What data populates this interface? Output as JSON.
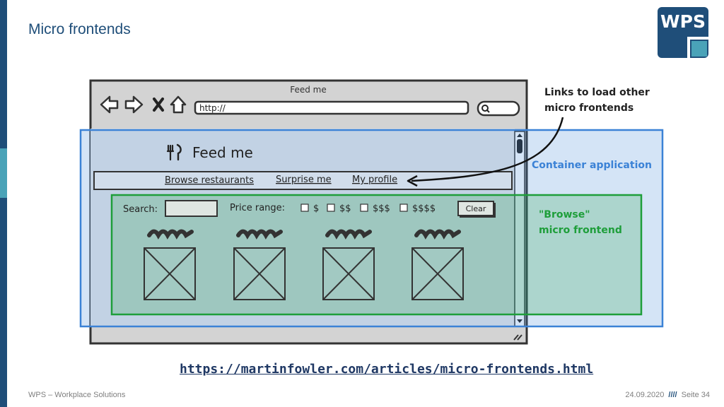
{
  "slide": {
    "title": "Micro frontends",
    "logo_text": "WPS",
    "reference_url": "https://martinfowler.com/articles/micro-frontends.html",
    "footer_left": "WPS – Workplace Solutions",
    "footer_date": "24.09.2020",
    "footer_separator": "////",
    "footer_page": "Seite 34"
  },
  "browser": {
    "window_title": "Feed me",
    "address": "http://",
    "app_title": "Feed me"
  },
  "nav_links": [
    "Browse restaurants",
    "Surprise me",
    "My profile"
  ],
  "filters": {
    "search_label": "Search:",
    "price_label": "Price range:",
    "price_options": [
      "$",
      "$$",
      "$$$",
      "$$$$"
    ],
    "clear_label": "Clear"
  },
  "annotations": {
    "links_line1": "Links to load other",
    "links_line2": "micro frontends",
    "container": "Container application",
    "browse_line1": "\"Browse\"",
    "browse_line2": "micro frontend"
  },
  "colors": {
    "brand": "#1f4e79",
    "brand_accent": "#4aa3b8",
    "container_blue": "#3b82d6",
    "browse_green": "#1e9e3a"
  }
}
